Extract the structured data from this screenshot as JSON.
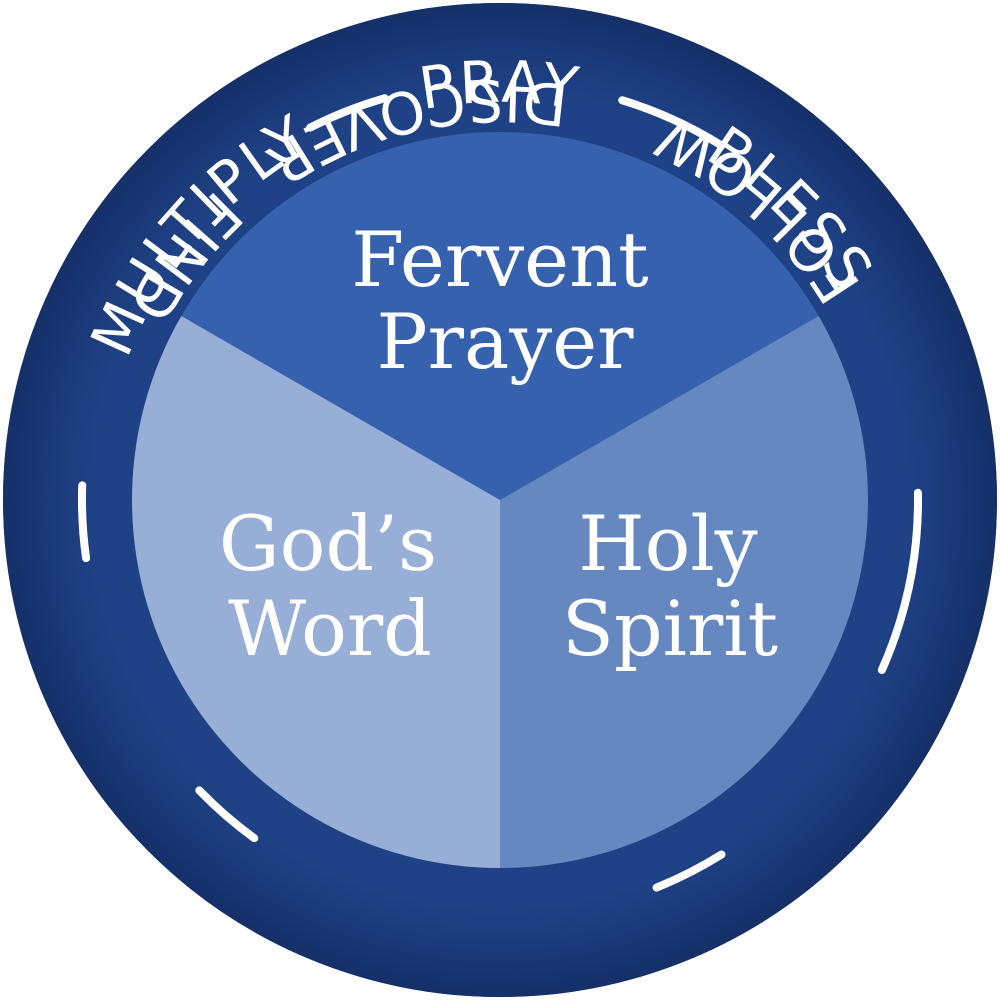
{
  "colors": {
    "outer_ring": "#1d3e7e",
    "outer_ring_edge": "#16306a",
    "segment_top": "#3561ae",
    "segment_right": "#6588c0",
    "segment_left": "#97aed6",
    "text": "#ffffff"
  },
  "ring": {
    "words": [
      "PRAY",
      "BLESS",
      "FIND",
      "DISCOVER",
      "FOLLOW",
      "MULTIPLY"
    ]
  },
  "segments": {
    "top": {
      "line1": "Fervent",
      "line2": "Prayer"
    },
    "left": {
      "line1": "God’s",
      "line2": "Word"
    },
    "right": {
      "line1": "Holy",
      "line2": "Spirit"
    }
  }
}
